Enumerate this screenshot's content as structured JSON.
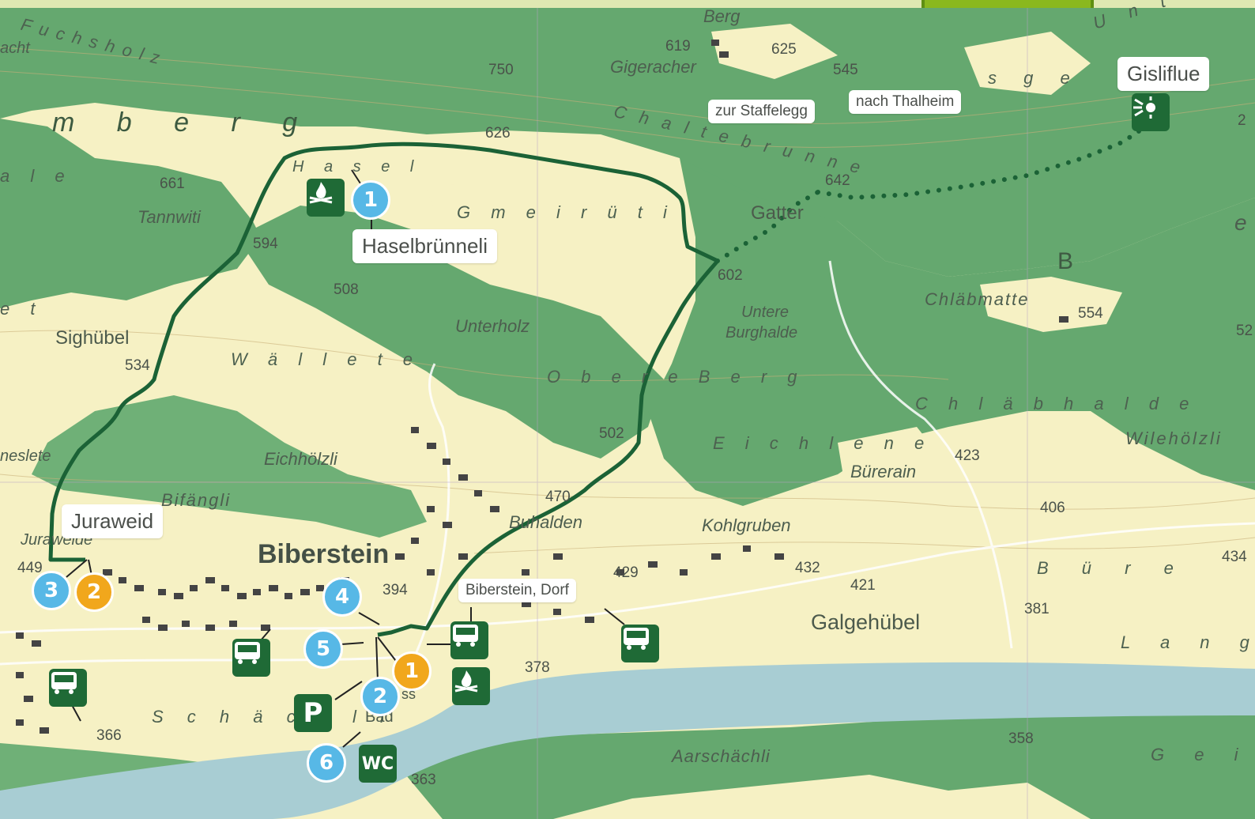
{
  "colors": {
    "background": "#f6f1c4",
    "forest": "#65a86f",
    "forest_dark": "#4e9460",
    "river": "#a8cdd3",
    "route": "#1b6236",
    "marker_blue": "#57b8e6",
    "marker_orange": "#f1a71c",
    "icon_bg": "#1f6a36"
  },
  "callouts": {
    "haselbrunneli": "Haselbrünneli",
    "juraweid": "Juraweid",
    "gisliflue": "Gisliflue",
    "staffelegg": "zur Staffelegg",
    "thalheim": "nach Thalheim",
    "biberstein_dorf": "Biberstein, Dorf"
  },
  "town": "Biberstein",
  "regions": {
    "fuchsholz": "Fuchsholz",
    "mberg": "m b e r g",
    "chaltebrunne": "Chaltebrunne",
    "gmeiruti": "G m e i r ü t i",
    "hasel": "H a s e l",
    "wallete": "W ä l l e t e",
    "obere_berg": "O b e r e  B e r g",
    "chlabhalde": "C h l ä b h a l d e",
    "eichlene": "E i c h l e n e",
    "bure": "B ü r e",
    "schachli": "S c h ä c h l i",
    "geis": "G e i s",
    "lang": "L a n g",
    "sge": "s g e",
    "ale": "a l e",
    "unt": "U n t"
  },
  "places": {
    "berg": "Berg",
    "gigeracher": "Gigeracher",
    "tannwiti": "Tannwiti",
    "sighubel": "Sighübel",
    "gatter": "Gatter",
    "untere_burghalde_1": "Untere",
    "untere_burghalde_2": "Burghalde",
    "chlabmatte": "Chläbmatte",
    "unterholz": "Unterholz",
    "eichholzli": "Eichhölzli",
    "bifangli": "Bifängli",
    "buhalden": "Buhalden",
    "kohlgruben": "Kohlgruben",
    "burerain": "Bürerain",
    "galgenhubel": "Galgehübel",
    "wilehozli": "Wilehölzli",
    "nacht": "acht",
    "eslete": "neslete",
    "juraweide": "Juraweide",
    "bad": "Bad",
    "aarschachli": "Aarschächli",
    "b_single": "B",
    "e_single": "e",
    "et_left": "e t",
    "ss": "ss"
  },
  "elevations": [
    "619",
    "625",
    "545",
    "750",
    "626",
    "642",
    "661",
    "594",
    "508",
    "602",
    "534",
    "554",
    "502",
    "470",
    "423",
    "406",
    "394",
    "429",
    "432",
    "421",
    "381",
    "378",
    "434",
    "449",
    "366",
    "363",
    "358",
    "52",
    "2"
  ],
  "markers": {
    "blue": [
      "1",
      "2",
      "3",
      "4",
      "5",
      "6"
    ],
    "orange": [
      "1",
      "2"
    ]
  },
  "icons": {
    "parking": "P",
    "wc": "WC"
  }
}
